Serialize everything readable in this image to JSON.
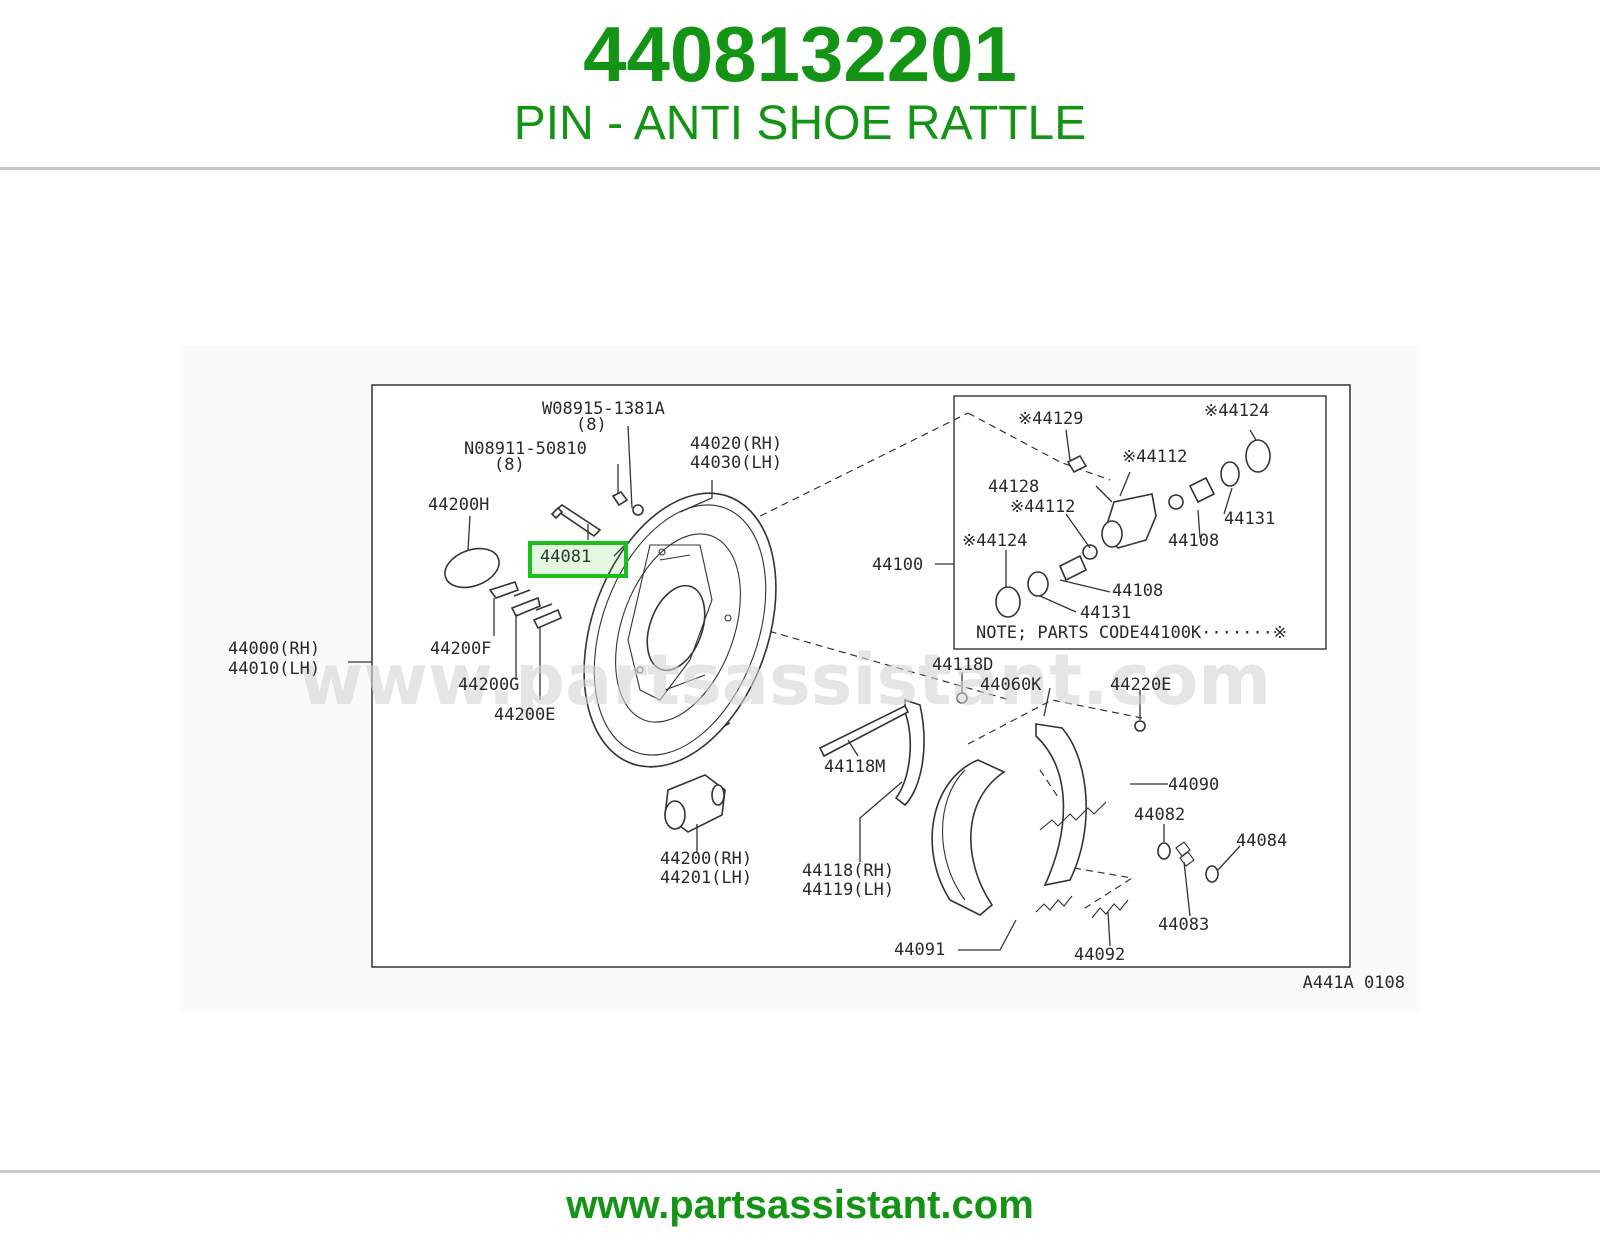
{
  "header": {
    "part_number": "4408132201",
    "description": "PIN - ANTI SHOE RATTLE"
  },
  "footer": {
    "website": "www.partsassistant.com"
  },
  "diagram": {
    "watermark": "www.partsassistant.com",
    "figure_code": "A441A 0108",
    "highlight_color": "#19c019",
    "labels": {
      "w_bolt": "W08915-1381A",
      "w_bolt_qty": "(8)",
      "n_nut": "N08911-50810",
      "n_nut_qty": "(8)",
      "plate_rh": "44020(RH)",
      "plate_lh": "44030(LH)",
      "p44200h": "44200H",
      "p44081": "44081",
      "p44200f": "44200F",
      "p44200g": "44200G",
      "p44200e": "44200E",
      "assy_rh": "44000(RH)",
      "assy_lh": "44010(LH)",
      "cyl_rh": "44200(RH)",
      "cyl_lh": "44201(LH)",
      "p44100": "44100",
      "p44129": "※44129",
      "p44124a": "※44124",
      "p44112a": "※44112",
      "p44128": "44128",
      "p44112b": "※44112",
      "p44131a": "44131",
      "p44108a": "44108",
      "p44124b": "※44124",
      "p44108b": "44108",
      "p44131b": "44131",
      "note": "NOTE; PARTS CODE44100K·······※",
      "p44118d": "44118D",
      "p44060k": "44060K",
      "p44220e": "44220E",
      "p44118m": "44118M",
      "p44090": "44090",
      "p44082": "44082",
      "p44084": "44084",
      "lever_rh": "44118(RH)",
      "lever_lh": "44119(LH)",
      "p44083": "44083",
      "p44091": "44091",
      "p44092": "44092"
    }
  }
}
